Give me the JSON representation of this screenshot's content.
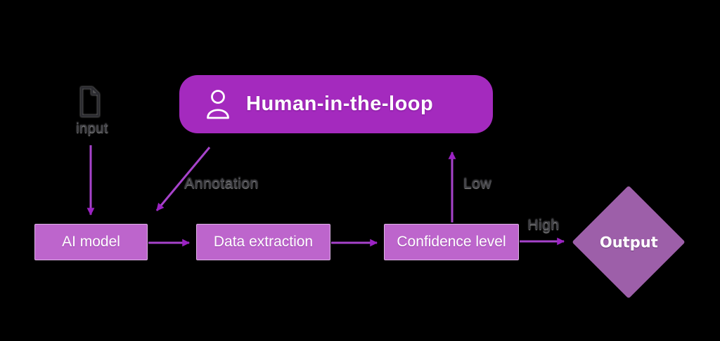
{
  "diagram": {
    "background": "#000000",
    "colors": {
      "hitl_fill": "#a42abe",
      "process_box_fill": "#bd65cc",
      "diamond_fill": "#9d5fa9",
      "arrow": "#a743cb",
      "arrowhead": "#9c22c4",
      "node_text": "#ffffff",
      "edge_label_text": "#3e3e44"
    },
    "nodes": {
      "input": {
        "label": "input"
      },
      "hitl": {
        "label": "Human-in-the-loop"
      },
      "ai_model": {
        "label": "AI model"
      },
      "data_extraction": {
        "label": "Data extraction"
      },
      "confidence_level": {
        "label": "Confidence level"
      },
      "output": {
        "label": "Output"
      }
    },
    "edges": {
      "annotation": {
        "label": "Annotation"
      },
      "low": {
        "label": "Low"
      },
      "high": {
        "label": "High"
      }
    },
    "icons": {
      "document": "document-icon",
      "person": "person-icon"
    }
  }
}
